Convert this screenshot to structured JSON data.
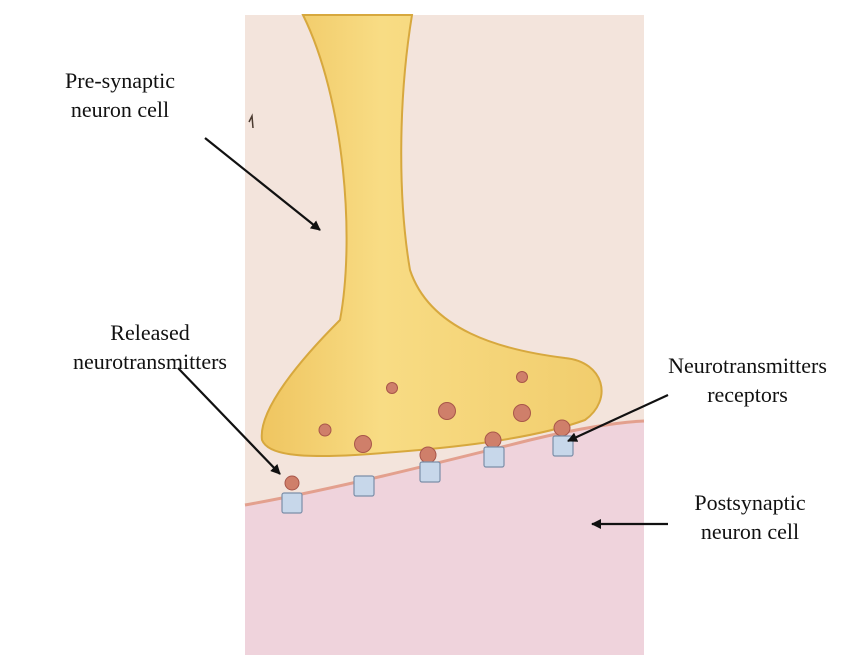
{
  "labels": {
    "presynaptic": {
      "line1": "Pre-synaptic",
      "line2": "neuron cell"
    },
    "released": {
      "line1": "Released",
      "line2": "neurotransmitters"
    },
    "receptors": {
      "line1": "Neurotransmitters",
      "line2": "receptors"
    },
    "postsynaptic": {
      "line1": "Postsynaptic",
      "line2": "neuron cell"
    }
  },
  "colors": {
    "background": "#f3e4dc",
    "presynaptic_fill": "#f6d679",
    "presynaptic_edge": "#d7a83e",
    "postsynaptic_fill": "#efd3dc",
    "postsynaptic_edge": "#e3a08e",
    "vesicle": "#cf7f6a",
    "receptor": "#c7d7ea",
    "arrow": "#111111"
  }
}
